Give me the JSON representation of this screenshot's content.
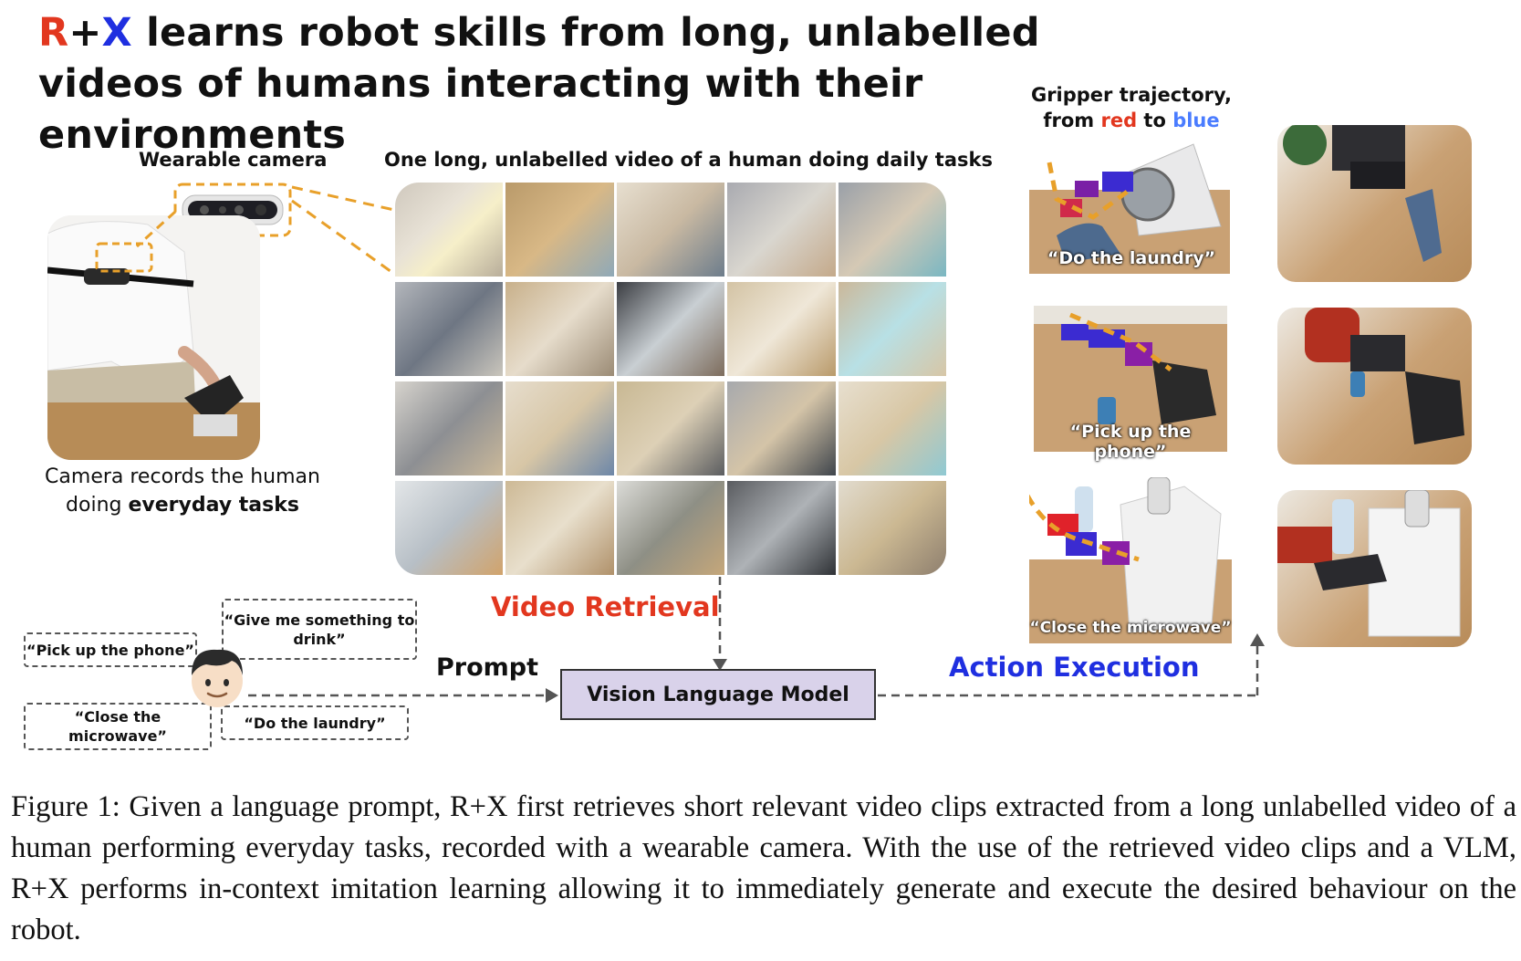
{
  "title": {
    "part_r": "R",
    "part_plus": "+",
    "part_x": "X",
    "rest": " learns robot skills from long, unlabelled videos of humans interacting with their environments"
  },
  "labels": {
    "wearable_camera": "Wearable camera",
    "video_header": "One long, unlabelled video of a human doing daily tasks",
    "camera_caption_1": "Camera records the human",
    "camera_caption_2a": "doing ",
    "camera_caption_2b": "everyday tasks",
    "gripper_1": "Gripper trajectory,",
    "gripper_2a": "from ",
    "gripper_2b": "red",
    "gripper_2c": " to ",
    "gripper_2d": "blue",
    "video_retrieval": "Video Retrieval",
    "prompt": "Prompt",
    "vlm": "Vision Language Model",
    "action_execution": "Action Execution"
  },
  "bubbles": {
    "phone": "“Pick up the phone”",
    "drink": "“Give me something to drink”",
    "microwave": "“Close the microwave”",
    "laundry": "“Do the laundry”"
  },
  "tasks": [
    {
      "label": "“Do the laundry”"
    },
    {
      "label": "“Pick up the phone”"
    },
    {
      "label": "“Close the microwave”"
    }
  ],
  "caption": "Figure 1: Given a language prompt, R+X first retrieves short relevant video clips extracted from a long unlabelled video of a human performing everyday tasks, recorded with a wearable camera. With the use of the retrieved video clips and a VLM, R+X performs in-context imitation learning allowing it to immediately generate and execute the desired behaviour on the robot.",
  "colors": {
    "red": "#e2371f",
    "blue": "#1f2fe0",
    "vlm_box": "#d9d2ea",
    "dashed_orange": "#e8a02a"
  }
}
